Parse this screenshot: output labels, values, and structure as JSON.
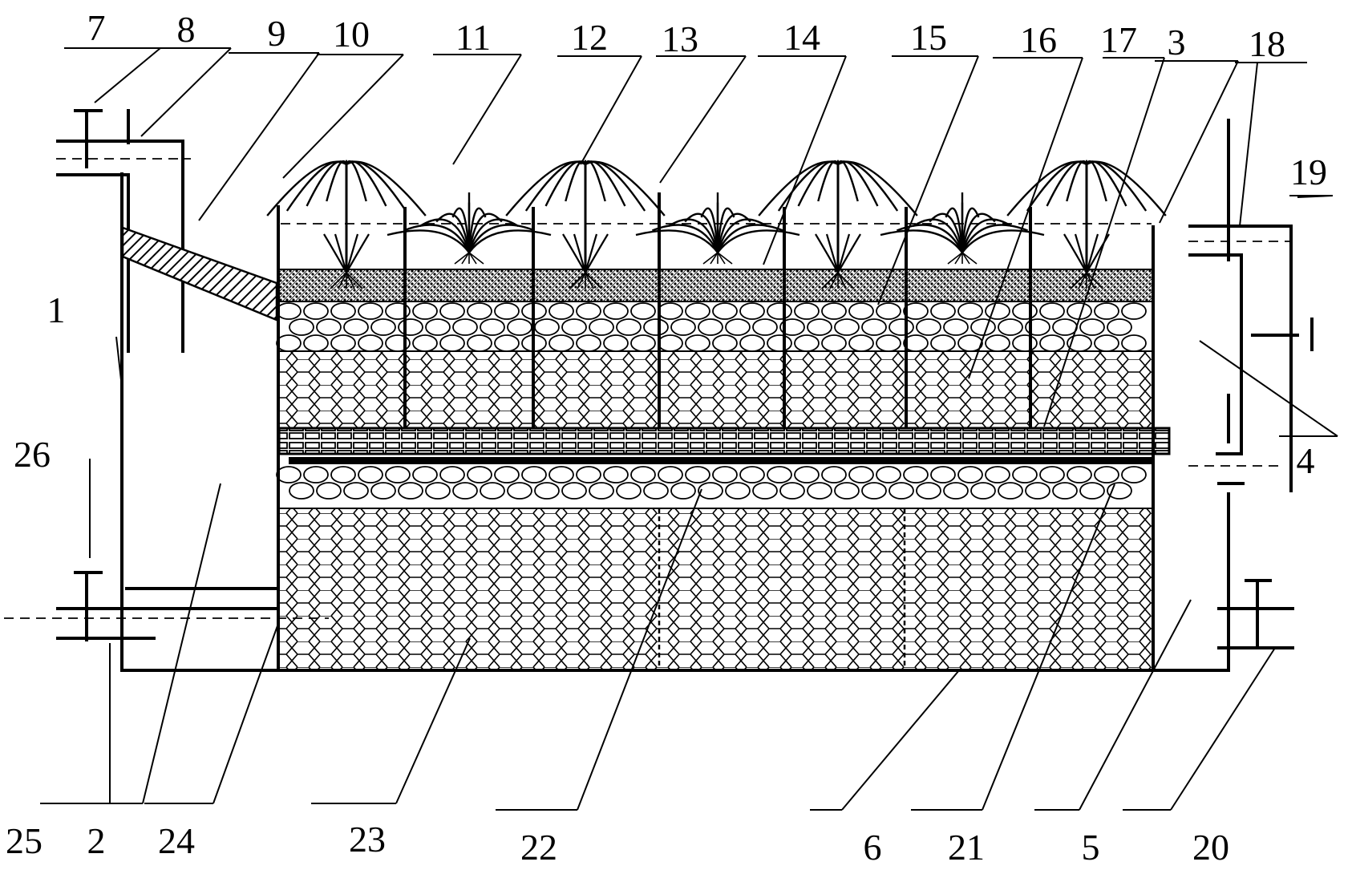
{
  "diagram": {
    "labels": {
      "l1": "1",
      "l2": "2",
      "l3": "3",
      "l4": "4",
      "l5": "5",
      "l6": "6",
      "l7": "7",
      "l8": "8",
      "l9": "9",
      "l10": "10",
      "l11": "11",
      "l12": "12",
      "l13": "13",
      "l14": "14",
      "l15": "15",
      "l16": "16",
      "l17": "17",
      "l18": "18",
      "l19": "19",
      "l20": "20",
      "l21": "21",
      "l22": "22",
      "l23": "23",
      "l24": "24",
      "l25": "25",
      "l26": "26"
    },
    "colors": {
      "ink": "#000000",
      "background": "#ffffff"
    }
  }
}
